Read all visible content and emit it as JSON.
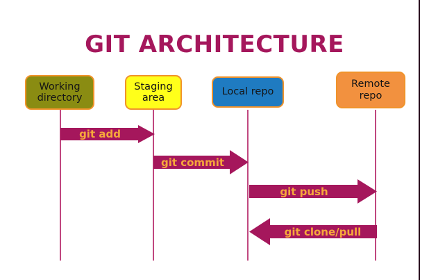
{
  "diagram": {
    "title": "GIT ARCHITECTURE",
    "colors": {
      "title": "#a5175c",
      "arrow_fill": "#a5175c",
      "arrow_text": "#f6a93b",
      "lifeline": "#c0477f",
      "node_border": "#f0932b",
      "working_directory": "#8a8c12",
      "staging_area": "#ffff1a",
      "local_repo": "#1f7bc1",
      "remote_repo": "#f2913f"
    },
    "nodes": [
      {
        "id": "working-directory",
        "line1": "Working",
        "line2": "directory"
      },
      {
        "id": "staging-area",
        "line1": "Staging",
        "line2": "area"
      },
      {
        "id": "local-repo",
        "line1": "Local repo",
        "line2": ""
      },
      {
        "id": "remote-repo",
        "line1": "Remote",
        "line2": "repo"
      }
    ],
    "arrows": [
      {
        "id": "git-add",
        "label": "git  add",
        "from": "working-directory",
        "to": "staging-area",
        "direction": "right"
      },
      {
        "id": "git-commit",
        "label": "git commit",
        "from": "staging-area",
        "to": "local-repo",
        "direction": "right"
      },
      {
        "id": "git-push",
        "label": "git  push",
        "from": "local-repo",
        "to": "remote-repo",
        "direction": "right"
      },
      {
        "id": "git-clone-pull",
        "label": "git  clone/pull",
        "from": "remote-repo",
        "to": "local-repo",
        "direction": "left"
      }
    ]
  }
}
